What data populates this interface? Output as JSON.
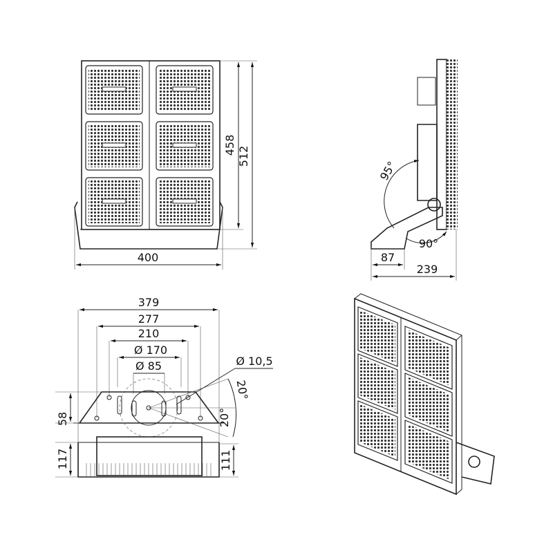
{
  "front_view": {
    "height_inner": "458",
    "height_total": "512",
    "width": "400"
  },
  "side_view": {
    "tilt_up": "95°",
    "tilt_down": "90°",
    "bracket_depth": "87",
    "total_depth": "239"
  },
  "bracket_view": {
    "width_379": "379",
    "width_277": "277",
    "width_210": "210",
    "dia_170": "Ø 170",
    "dia_85": "Ø 85",
    "hole_dia": "Ø 10,5",
    "angle_top": "20°",
    "angle_bottom": "20°",
    "height_58": "58",
    "height_117": "117",
    "height_111": "111"
  }
}
